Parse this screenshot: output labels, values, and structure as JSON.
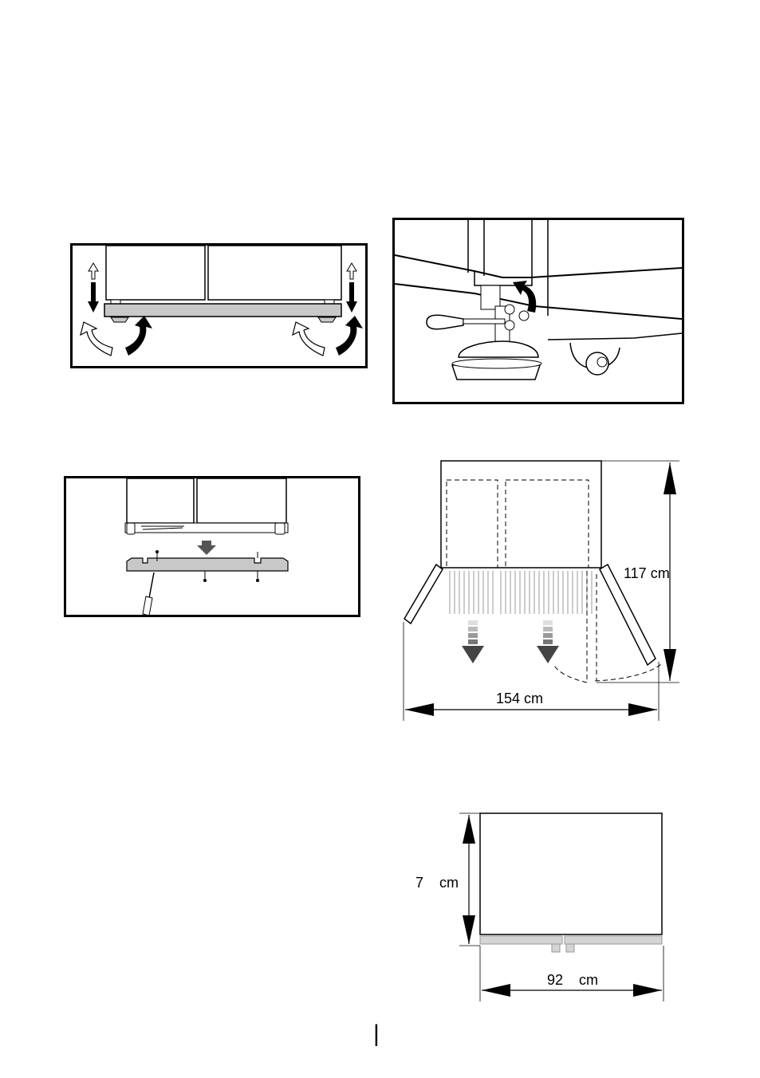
{
  "figures": {
    "door_clearance": {
      "height_label": "117 cm",
      "width_label": "154 cm"
    },
    "side_view": {
      "height_label": "7    cm",
      "width_label": "92    cm"
    }
  },
  "page_marker": "|"
}
